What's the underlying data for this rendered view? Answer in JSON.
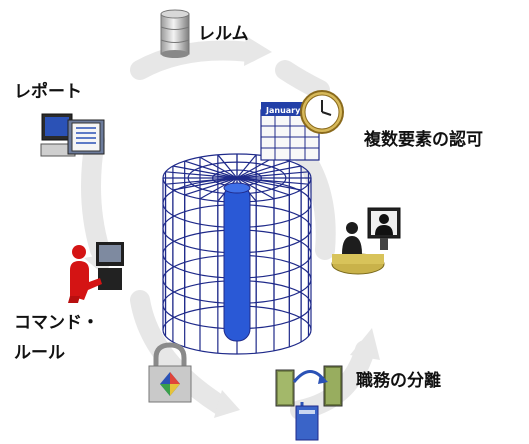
{
  "labels": {
    "realm": "レルム",
    "report": "レポート",
    "multi_factor": "複数要素の認可",
    "command_rule_line1": "コマンド・",
    "command_rule_line2": "ルール",
    "separation_of_duty": "職務の分離"
  },
  "calendar": {
    "month": "January"
  },
  "colors": {
    "cylinder": "#1f2a8a",
    "cylinder_core": "#2a59d6",
    "arrow": "#e6e6e6",
    "person_red": "#d41414"
  },
  "icons": [
    "database-icon",
    "report-computer-icon",
    "calendar-clock-icon",
    "person-monitor-icon",
    "command-rule-person-icon",
    "padlock-icon",
    "separation-of-duty-icon"
  ]
}
